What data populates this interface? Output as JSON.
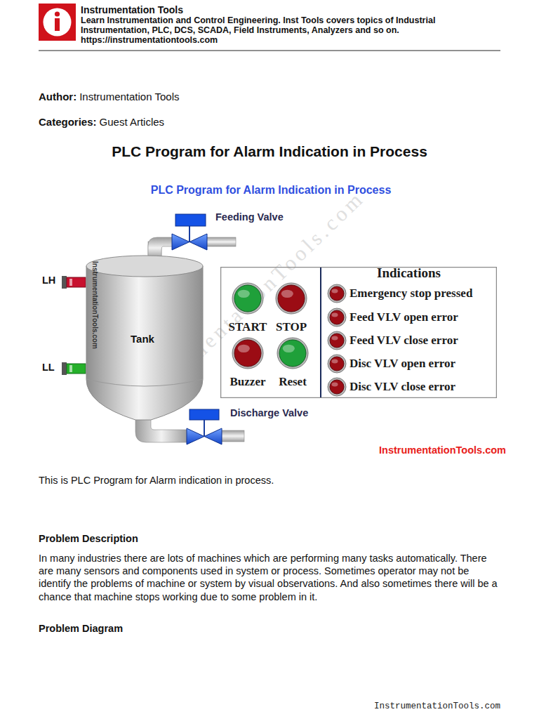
{
  "diagram": {
    "title": "PLC Program for Alarm Indication in Process",
    "nodes": [
      {
        "text": [
          "Tank",
          "InstrumentationTools.com"
        ]
      },
      {
        "text": [
          "Indications"
        ]
      },
      {
        "text": [
          "START"
        ],
        "in": 1
      },
      {
        "text": [
          "STOP"
        ],
        "in": 1
      },
      {
        "text": [
          "Buzzer"
        ],
        "in": 1
      },
      {
        "text": [
          "Reset"
        ],
        "in": 1
      },
      {
        "text": [
          "Emergency stop pressed"
        ],
        "in": 1
      },
      {
        "text": [
          "Feed VLV open error"
        ],
        "in": 1
      },
      {
        "text": [
          "Feed VLV close error"
        ],
        "in": 1
      },
      {
        "text": [
          "Disc VLV open error"
        ],
        "in": 1
      },
      {
        "text": [
          "Disc VLV close error"
        ],
        "in": 1
      }
    ],
    "labels": [
      "Instrumentation Tools",
      "Learn Instrumentation and Control Engineering. Inst Tools covers topics of Industrial Instrumentation, PLC, DCS, SCADA, Field Instruments, Analyzers and so on.",
      "https://instrumentationtools.com",
      "Author:",
      "Instrumentation Tools",
      "Categories:",
      "Guest Articles",
      "PLC Program for Alarm Indication in Process",
      "Feeding Valve",
      "LH",
      "LL",
      "Discharge Valve",
      "InstrumentationTools.com",
      "InstrumentationTools.com",
      "This is PLC Program for Alarm indication in process.",
      "Problem Description",
      "In many industries there are lots of machines which are performing many tasks automatically. There are many sensors and components used in system or process. Sometimes operator may not be identify the problems of machine or system by visual observations. And also sometimes there will be a chance that machine stops working due to some problem in it.",
      "Problem Diagram",
      "InstrumentationTools.com"
    ]
  }
}
